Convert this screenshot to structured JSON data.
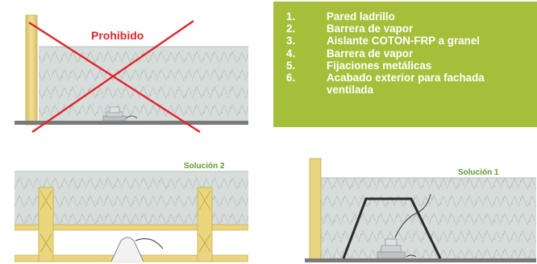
{
  "legend": {
    "items": [
      {
        "num": "1.",
        "label": "Pared ladrillo"
      },
      {
        "num": "2.",
        "label": "Barrera de vapor"
      },
      {
        "num": "3.",
        "label": "Aislante COTON-FRP a granel"
      },
      {
        "num": "4.",
        "label": "Barrera de vapor"
      },
      {
        "num": "5.",
        "label": "Fijaciones metálicas"
      },
      {
        "num": "6.",
        "label": "Acabado exterior para fachada ventilada"
      }
    ]
  },
  "panels": {
    "prohibited": {
      "label": "Prohibido"
    },
    "solution2": {
      "label": "Solución 2"
    },
    "solution1": {
      "label": "Solución 1"
    }
  },
  "colors": {
    "legend_bg": "#a6bf3a",
    "prohibited_red": "#e0242b",
    "solution_green": "#5d9a2e",
    "insulation": "#d6dcda",
    "wood": "#e8d57e"
  }
}
